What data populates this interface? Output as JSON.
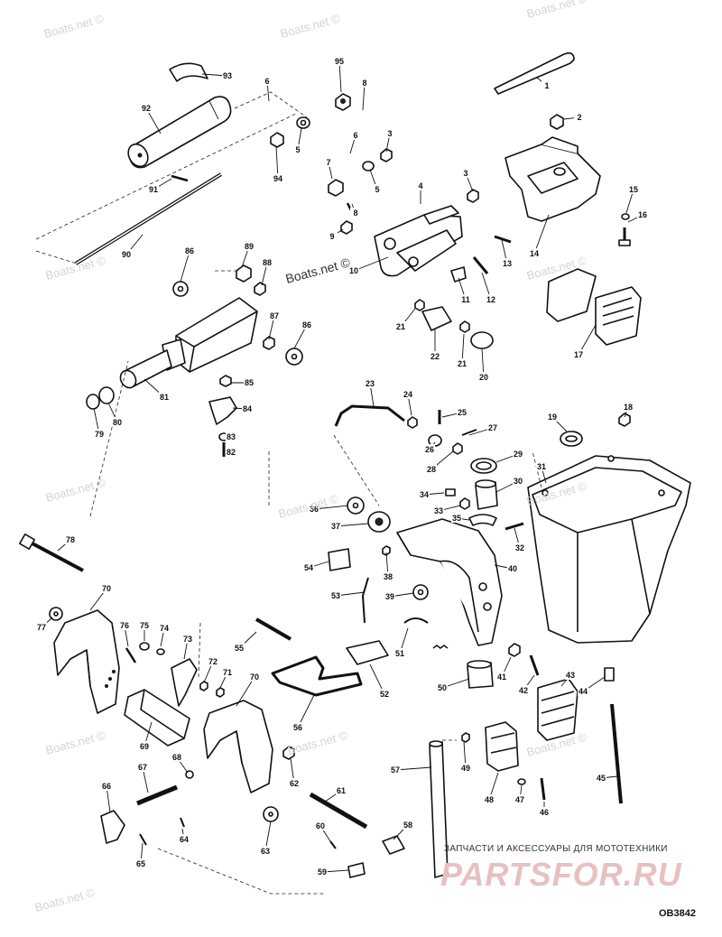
{
  "watermarks": [
    "Boats.net ©",
    "Boats.net ©",
    "Boats.net ©",
    "Boats.net ©",
    "Boats.net ©",
    "Boats.net ©",
    "Boats.net ©",
    "Boats.net ©",
    "Boats.net ©",
    "Boats.net ©",
    "Boats.net ©",
    "Boats.net ©"
  ],
  "center_watermark": "Boats.net ©",
  "footer": {
    "banner": "ЗАПЧАСТИ И АКСЕССУАРЫ ДЛЯ МОТОТЕХНИКИ",
    "brand": "PARTSFOR.RU",
    "drawing_id": "OB3842"
  },
  "part_numbers": [
    "1",
    "2",
    "3",
    "3",
    "4",
    "5",
    "5",
    "6",
    "6",
    "7",
    "8",
    "8",
    "9",
    "10",
    "11",
    "12",
    "13",
    "14",
    "15",
    "16",
    "17",
    "18",
    "19",
    "20",
    "21",
    "21",
    "22",
    "23",
    "24",
    "25",
    "26",
    "27",
    "28",
    "29",
    "30",
    "31",
    "32",
    "33",
    "34",
    "35",
    "36",
    "37",
    "38",
    "39",
    "40",
    "41",
    "42",
    "43",
    "44",
    "45",
    "46",
    "47",
    "48",
    "49",
    "50",
    "51",
    "52",
    "53",
    "54",
    "55",
    "56",
    "57",
    "58",
    "59",
    "60",
    "61",
    "62",
    "63",
    "64",
    "65",
    "66",
    "67",
    "68",
    "69",
    "70",
    "70",
    "71",
    "72",
    "73",
    "74",
    "75",
    "76",
    "77",
    "78",
    "79",
    "80",
    "81",
    "82",
    "83",
    "84",
    "85",
    "86",
    "86",
    "87",
    "88",
    "89",
    "90",
    "91",
    "92",
    "93",
    "94",
    "95"
  ]
}
